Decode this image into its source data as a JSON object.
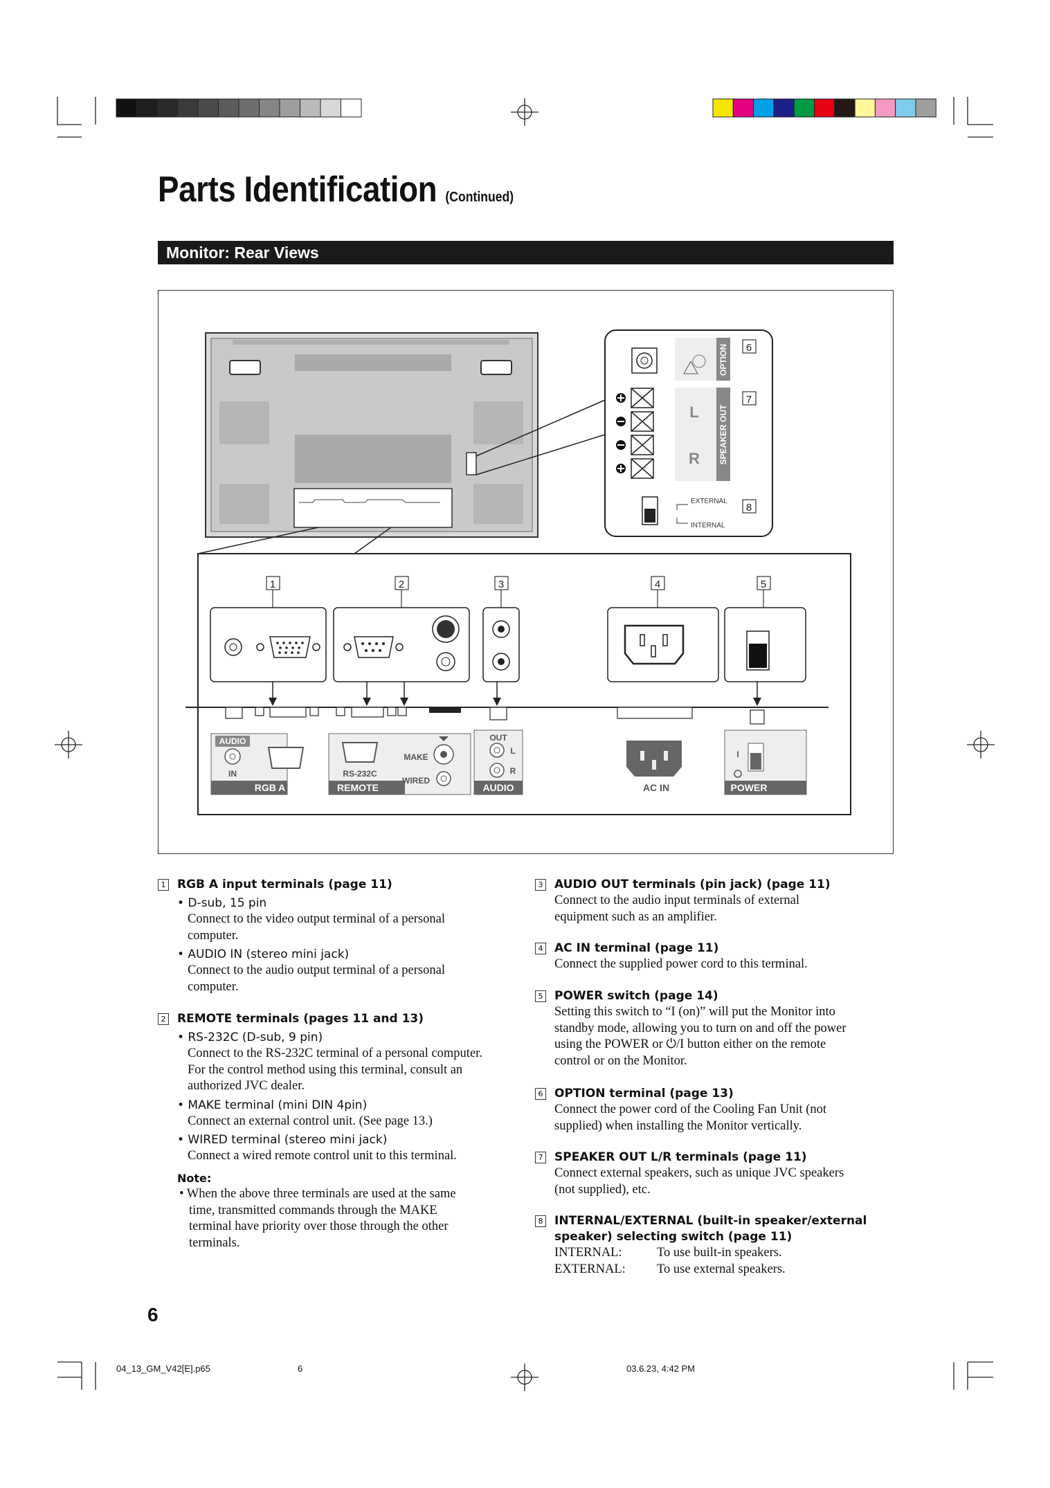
{
  "page": {
    "title": "Parts Identification",
    "title_sub": "(Continued)",
    "section": "Monitor: Rear Views",
    "page_number": "6",
    "footer": {
      "file": "04_13_GM_V42[E].p65",
      "page": "6",
      "date": "03.6.23, 4:42 PM"
    }
  },
  "diagram": {
    "callouts": [
      "1",
      "2",
      "3",
      "4",
      "5",
      "6",
      "7",
      "8"
    ],
    "inset_labels": {
      "option": "OPTION",
      "speaker_out": "SPEAKER OUT",
      "L": "L",
      "R": "R",
      "external": "EXTERNAL",
      "internal": "INTERNAL"
    },
    "panel_labels": {
      "audio": "AUDIO",
      "in": "IN",
      "rgb_a": "RGB A",
      "rs232c": "RS-232C",
      "remote": "REMOTE",
      "make": "MAKE",
      "wired": "WIRED",
      "out": "OUT",
      "l": "L",
      "r": "R",
      "audio_out": "AUDIO",
      "ac_in": "AC IN",
      "power_i": "I",
      "power": "POWER"
    },
    "color_bar_left": [
      "#111111",
      "#1e1e1e",
      "#2b2b2b",
      "#3a3a3a",
      "#4a4a4a",
      "#5b5b5b",
      "#6e6e6e",
      "#858585",
      "#9e9e9e",
      "#bababa",
      "#d8d8d8",
      "#ffffff"
    ],
    "color_bar_right": [
      "#f5e600",
      "#e4007f",
      "#00a0e9",
      "#1d2088",
      "#009944",
      "#e60012",
      "#231815",
      "#fff799",
      "#f49ac1",
      "#7fcdee",
      "#9e9e9e"
    ]
  },
  "left_items": [
    {
      "num": "1",
      "head": "RGB A input terminals (page 11)"
    },
    {
      "bullet": "• D-sub, 15 pin",
      "desc": [
        "Connect to the video output terminal of a personal",
        "computer."
      ]
    },
    {
      "bullet": "• AUDIO IN (stereo mini jack)",
      "desc": [
        "Connect to the audio output terminal of a personal",
        "computer."
      ]
    },
    {
      "num": "2",
      "head": "REMOTE terminals (pages 11 and 13)"
    },
    {
      "bullet": "• RS-232C (D-sub, 9 pin)",
      "desc": [
        "Connect to the RS-232C terminal of a personal computer.",
        "For the control method using this terminal, consult an",
        "authorized JVC dealer."
      ]
    },
    {
      "bullet": "• MAKE terminal (mini DIN 4pin)",
      "desc": [
        "Connect an external control unit. (See page 13.)"
      ]
    },
    {
      "bullet": "• WIRED terminal (stereo mini jack)",
      "desc": [
        "Connect a wired remote control unit to this terminal."
      ]
    },
    {
      "note_head": "Note:",
      "note": [
        "• When the above three terminals are used at the same",
        "time, transmitted commands through the MAKE",
        "terminal have priority over those through the other",
        "terminals."
      ]
    }
  ],
  "right_items": [
    {
      "num": "3",
      "head": "AUDIO OUT terminals (pin jack) (page 11)",
      "desc": [
        "Connect to the audio input terminals of external",
        "equipment such as an amplifier."
      ]
    },
    {
      "num": "4",
      "head": "AC IN terminal (page 11)",
      "desc": [
        "Connect the supplied power cord to this terminal."
      ]
    },
    {
      "num": "5",
      "head": "POWER switch (page 14)",
      "desc": [
        "Setting this switch to “I (on)” will put the Monitor into",
        "standby mode, allowing you to turn on and off the power",
        "using the POWER or ⏻/I button either on the remote",
        "control or on the Monitor."
      ]
    },
    {
      "num": "6",
      "head": "OPTION terminal (page 13)",
      "desc": [
        "Connect the power cord of the Cooling Fan Unit (not",
        "supplied) when installing the Monitor vertically."
      ]
    },
    {
      "num": "7",
      "head": "SPEAKER OUT L/R terminals (page 11)",
      "desc": [
        "Connect external speakers, such as unique JVC speakers",
        "(not supplied), etc."
      ]
    },
    {
      "num": "8",
      "head": "INTERNAL/EXTERNAL (built-in speaker/external",
      "head2": "speaker) selecting switch (page 11)",
      "rows": [
        [
          "INTERNAL:",
          "To use built-in speakers."
        ],
        [
          "EXTERNAL:",
          "To use external speakers."
        ]
      ]
    }
  ]
}
